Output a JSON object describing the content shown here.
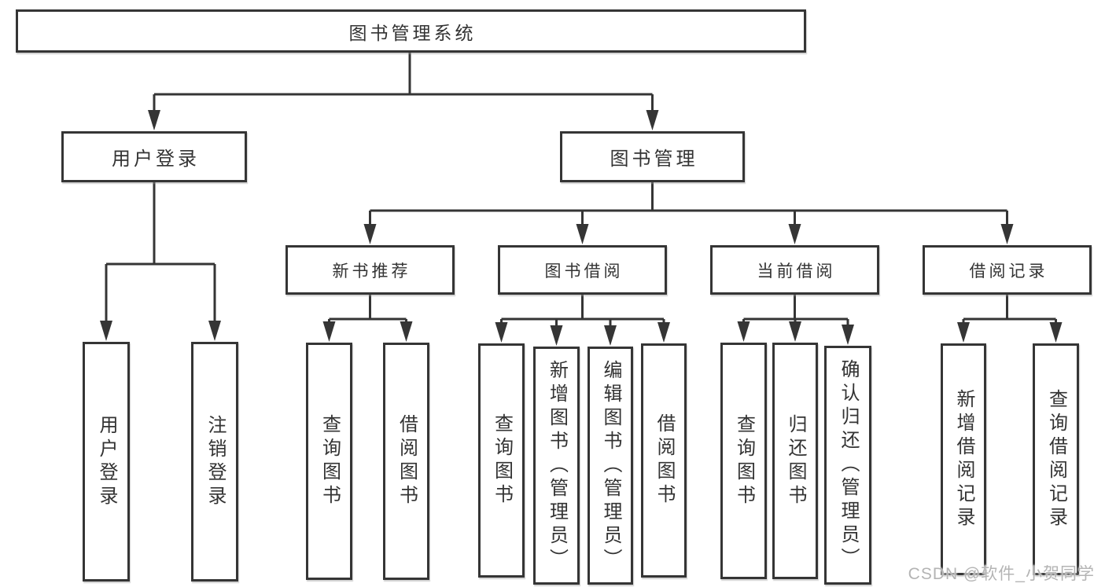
{
  "tree": {
    "root": "图书管理系统",
    "branches": [
      {
        "label": "用户登录",
        "children": [
          "用户登录",
          "注销登录"
        ]
      },
      {
        "label": "图书管理",
        "sections": [
          {
            "label": "新书推荐",
            "children": [
              "查询图书",
              "借阅图书"
            ]
          },
          {
            "label": "图书借阅",
            "children": [
              "查询图书",
              "新增图书（管理员）",
              "编辑图书（管理员）",
              "借阅图书"
            ]
          },
          {
            "label": "当前借阅",
            "children": [
              "查询图书",
              "归还图书",
              "确认归还（管理员）"
            ]
          },
          {
            "label": "借阅记录",
            "children": [
              "新增借阅记录",
              "查询借阅记录"
            ]
          }
        ]
      }
    ]
  },
  "watermark": "CSDN @软件_小贺同学",
  "colors": {
    "line": "#353535",
    "box_border": "#353535",
    "text": "#333333",
    "watermark_text": "#b4b4b4",
    "background": "#ffffff"
  }
}
